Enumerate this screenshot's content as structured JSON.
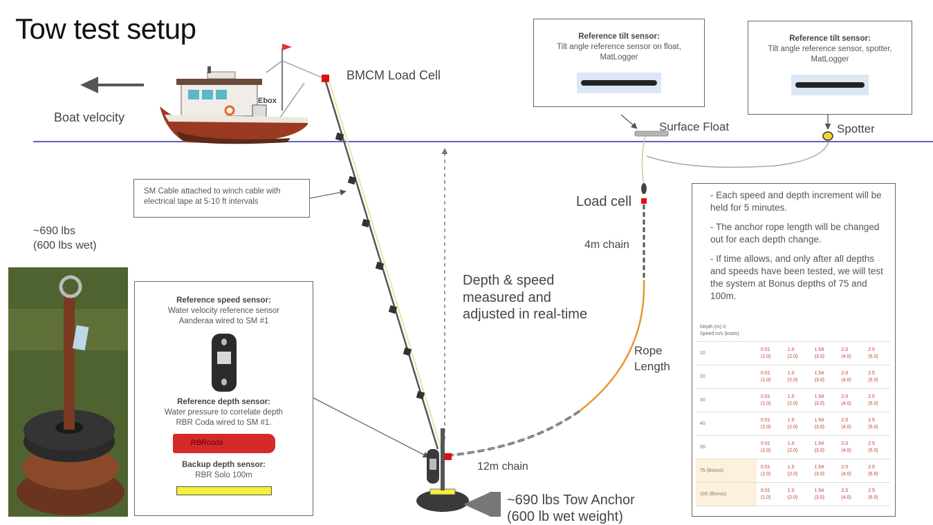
{
  "title": "Tow test setup",
  "labels": {
    "boat_velocity": "Boat velocity",
    "ebox": "Ebox",
    "bmcm_load_cell": "BMCM Load Cell",
    "surface_float": "Surface Float",
    "spotter": "Spotter",
    "load_cell": "Load cell",
    "chain_4m": "4m chain",
    "rope_length_1": "Rope",
    "rope_length_2": "Length",
    "chain_12m": "12m chain",
    "depth_speed_1": "Depth & speed",
    "depth_speed_2": "measured and",
    "depth_speed_3": "adjusted in real-time",
    "weight_1": "~690 lbs",
    "weight_2": "(600 lbs wet)",
    "anchor_1": "~690 lbs Tow Anchor",
    "anchor_2": "(600 lb wet weight)"
  },
  "cable_note": {
    "line1": "SM Cable attached to winch cable with",
    "line2": "electrical tape at 5-10 ft intervals"
  },
  "ref_tilt_float": {
    "title": "Reference tilt sensor:",
    "line1": "Tilt angle reference sensor on float,",
    "line2": "MatLogger"
  },
  "ref_tilt_spotter": {
    "title": "Reference tilt sensor:",
    "line1": "Tilt angle reference sensor, spotter,",
    "line2": "MatLogger"
  },
  "sensors": {
    "speed_title": "Reference speed sensor:",
    "speed_line1": "Water velocity reference sensor",
    "speed_line2": "Aanderaa wired to SM #1",
    "depth_title": "Reference depth sensor:",
    "depth_line1": "Water pressure to correlate depth",
    "depth_line2": "RBR Coda wired to SM #1.",
    "coda_text": "RBRcoda",
    "backup_title": "Backup depth sensor:",
    "backup_line1": "RBR Solo 100m"
  },
  "notes": [
    "- Each speed and depth increment will be held for 5 minutes.",
    "- The anchor rope length will be changed out for each depth change.",
    "- If time allows, and only after all depths and speeds have been tested, we will test the system at Bonus depths of 75 and 100m."
  ],
  "speed_table": {
    "header_1": "Depth (m) X",
    "header_2": "Speed m/s (knots)",
    "speeds": [
      {
        "ms": "0.51",
        "kn": "(1.0)"
      },
      {
        "ms": "1.0",
        "kn": "(2.0)"
      },
      {
        "ms": "1.54",
        "kn": "(3.0)"
      },
      {
        "ms": "2.0",
        "kn": "(4.0)"
      },
      {
        "ms": "2.5",
        "kn": "(5.0)"
      }
    ],
    "depths": [
      "10",
      "20",
      "30",
      "40",
      "50",
      "75 (Bonus)",
      "100 (Bonus)"
    ]
  },
  "colors": {
    "waterline": "#2a2aa8",
    "load_cell": "#e01010",
    "rope": "#e8962a",
    "coda": "#d42a2a",
    "solo": "#f5f03a"
  }
}
